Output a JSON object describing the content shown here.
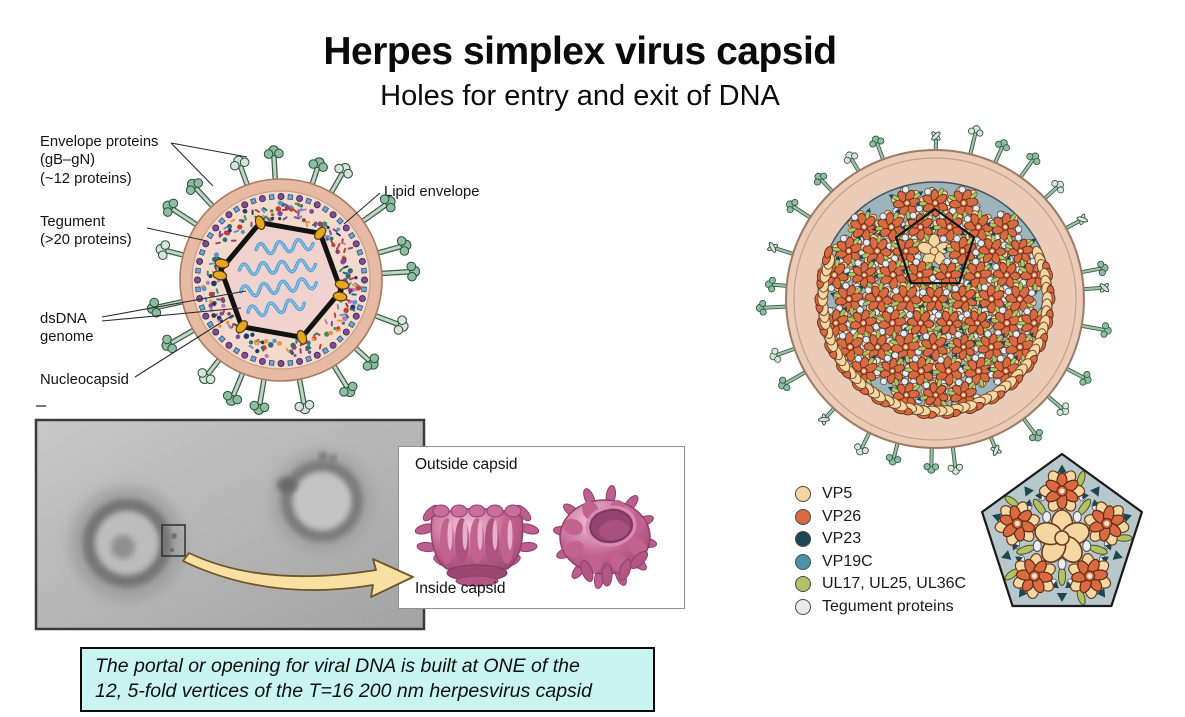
{
  "header": {
    "title": "Herpes simplex virus capsid",
    "subtitle": "Holes for entry and exit of DNA"
  },
  "left_diagram": {
    "labels": {
      "envelope_proteins": "Envelope proteins\n(gB–gN)\n(~12 proteins)",
      "tegument": "Tegument\n(>20 proteins)",
      "lipid_envelope": "Lipid envelope",
      "dsdna_genome": "dsDNA\ngenome",
      "nucleocapsid": "Nucleocapsid"
    }
  },
  "em_panel": {
    "inset": {
      "outside_label": "Outside capsid",
      "inside_label": "Inside capsid"
    }
  },
  "right_diagram": {
    "legend": [
      {
        "label": "VP5",
        "color": "#F5D7A3"
      },
      {
        "label": "VP26",
        "color": "#D96A41"
      },
      {
        "label": "VP23",
        "color": "#1C4654"
      },
      {
        "label": "VP19C",
        "color": "#4C93A6"
      },
      {
        "label": "UL17, UL25, UL36C",
        "color": "#B5C167"
      },
      {
        "label": "Tegument proteins",
        "color": "#E8E8EE"
      }
    ]
  },
  "caption": {
    "line1": "The portal or opening for viral DNA is built at ONE of the",
    "line2": "12, 5-fold vertices of the T=16 200 nm herpesvirus capsid",
    "background": "#C9F4F2"
  },
  "colors": {
    "envelope_fill": "#EACBB8",
    "envelope_edge": "#9C7A66",
    "inner_membrane_fill": "#F3DACC",
    "capsid_background": "#9EB4BC",
    "spike_green": "#8CBF9F",
    "spike_light": "#D5E6D8",
    "spike_stem": "#BFD8C4",
    "bead_purple": "#7B4E96",
    "bead_blue": "#6FA3D6",
    "hexagon_fill": "#F0D2CE",
    "dna_blue": "#4E9CD3",
    "gold": "#E8A61E",
    "portal_pink": "#C2638F",
    "em_gray": "#ADADAD",
    "arrow_yellow": "#F8DFA2"
  }
}
